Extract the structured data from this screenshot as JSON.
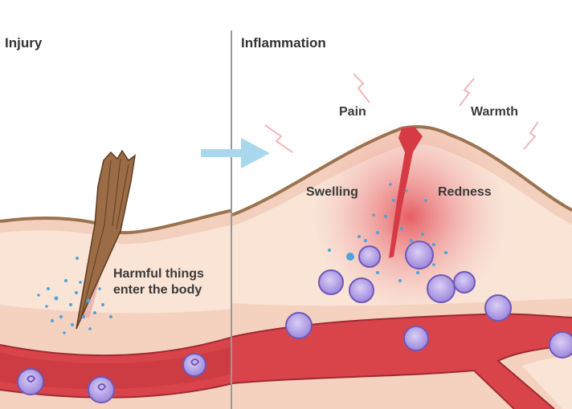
{
  "panels": {
    "left_title": "Injury",
    "right_title": "Inflammation"
  },
  "labels": {
    "harmful_line1": "Harmful things",
    "harmful_line2": "enter the body",
    "pain": "Pain",
    "warmth": "Warmth",
    "swelling": "Swelling",
    "redness": "Redness"
  },
  "colors": {
    "skin_outer": "#f3d9c7",
    "skin_inner": "#f8e6da",
    "skin_edge": "#9c7350",
    "vessel": "#d9444b",
    "vessel_dark": "#a8232c",
    "cell": "#b9a6e6",
    "cell_dark": "#6f58b8",
    "arrow": "#a9d8ee",
    "particles": "#4fa3d9"
  }
}
